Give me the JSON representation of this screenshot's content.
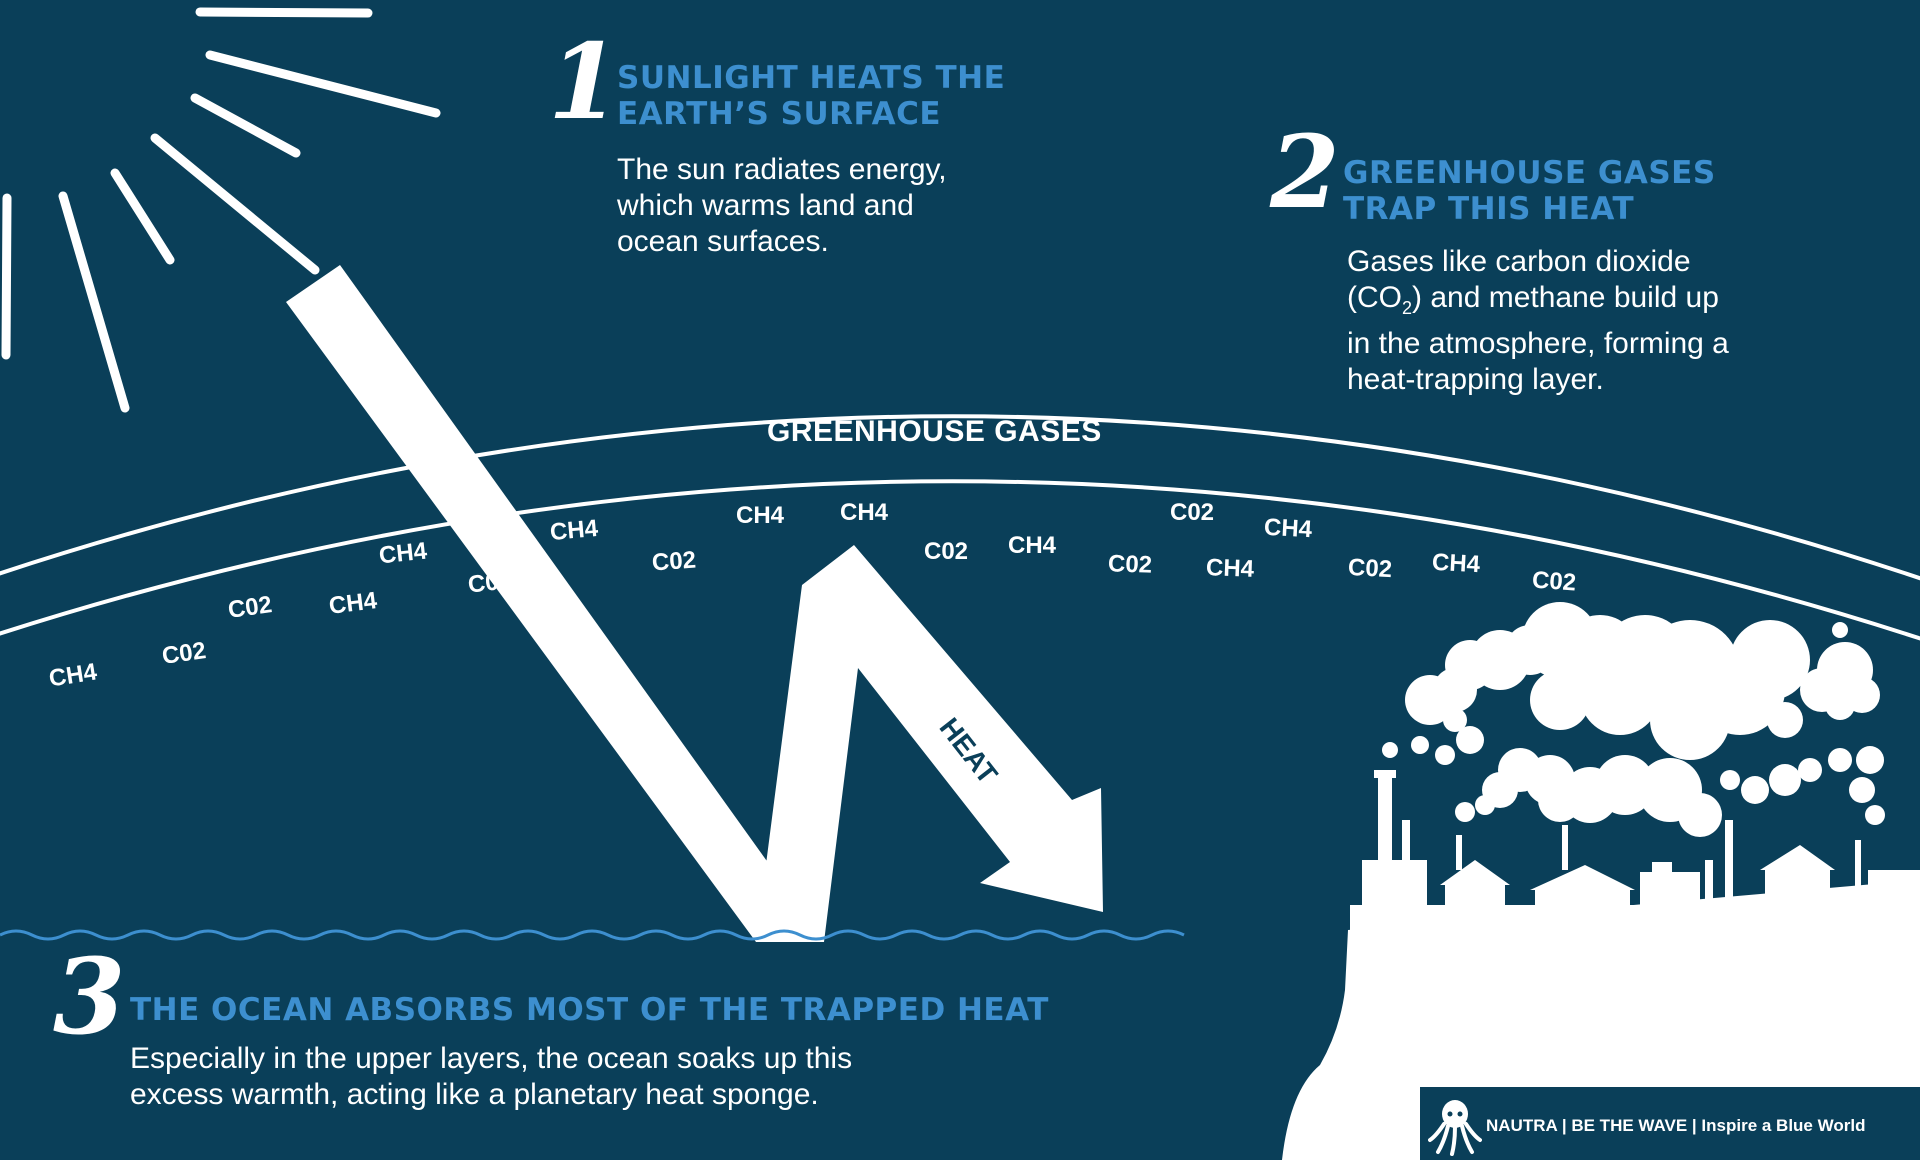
{
  "step1": {
    "number": "1",
    "heading_line1": "SUNLIGHT HEATS THE",
    "heading_line2": "EARTH’S SURFACE",
    "body_line1": "The sun radiates energy,",
    "body_line2": "which warms land and",
    "body_line3": "ocean surfaces."
  },
  "step2": {
    "number": "2",
    "heading_line1": "GREENHOUSE GASES",
    "heading_line2": "TRAP THIS HEAT",
    "body_line1": "Gases like carbon dioxide",
    "body_line2_pre": "(CO",
    "body_line2_sub": "2",
    "body_line2_post": ") and methane build up",
    "body_line3": "in the atmosphere, forming a",
    "body_line4": "heat-trapping layer."
  },
  "step3": {
    "number": "3",
    "heading": "THE OCEAN ABSORBS MOST OF THE TRAPPED HEAT",
    "body_line1": "Especially in the upper layers, the ocean soaks up this",
    "body_line2": "excess warmth, acting like a planetary heat sponge."
  },
  "band_label": "GREENHOUSE GASES",
  "heat_label": "HEAT",
  "gases": [
    "CH4",
    "C02",
    "C02",
    "CH4",
    "CH4",
    "C0",
    "CH4",
    "C02",
    "CH4",
    "CH4",
    "C02",
    "CH4",
    "C02",
    "C02",
    "CH4",
    "CH4",
    "C02",
    "CH4",
    "C02"
  ],
  "footer": {
    "text": "NAUTRA | BE THE WAVE | Inspire a Blue World",
    "icon": "octopus-icon"
  },
  "colors": {
    "background": "#0a3f59",
    "accent": "#3d8fcf",
    "white": "#ffffff"
  }
}
